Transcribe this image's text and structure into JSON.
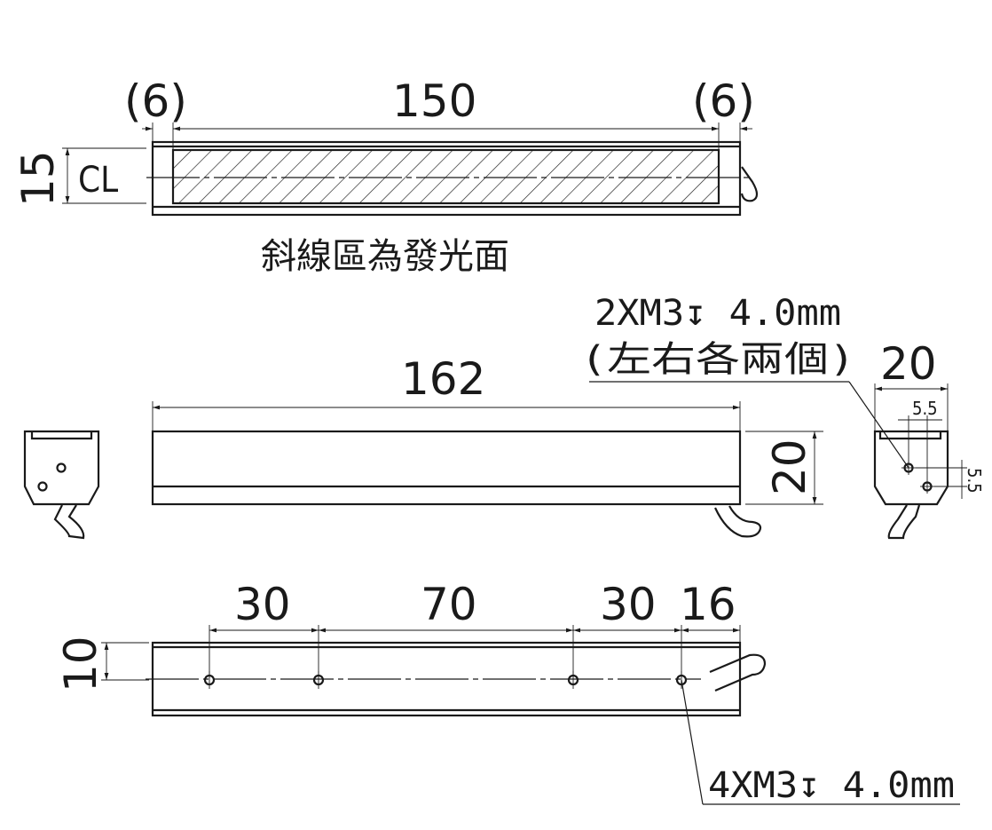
{
  "top_view": {
    "dim_left": "(6)",
    "dim_center": "150",
    "dim_right": "(6)",
    "dim_height": "15",
    "centerline_label": "CL",
    "caption": "斜線區為發光面"
  },
  "front_view": {
    "dim_length": "162",
    "dim_height": "20"
  },
  "side_view": {
    "dim_width": "20",
    "dim_offset_x": "5.5",
    "dim_offset_y": "5.5",
    "hole_note_line1": "2XM3↧ 4.0mm",
    "hole_note_line2": "(左右各兩個)"
  },
  "bottom_view": {
    "dim_a": "30",
    "dim_b": "70",
    "dim_c": "30",
    "dim_d": "16",
    "dim_height": "10",
    "hole_note": "4XM3↧ 4.0mm"
  }
}
